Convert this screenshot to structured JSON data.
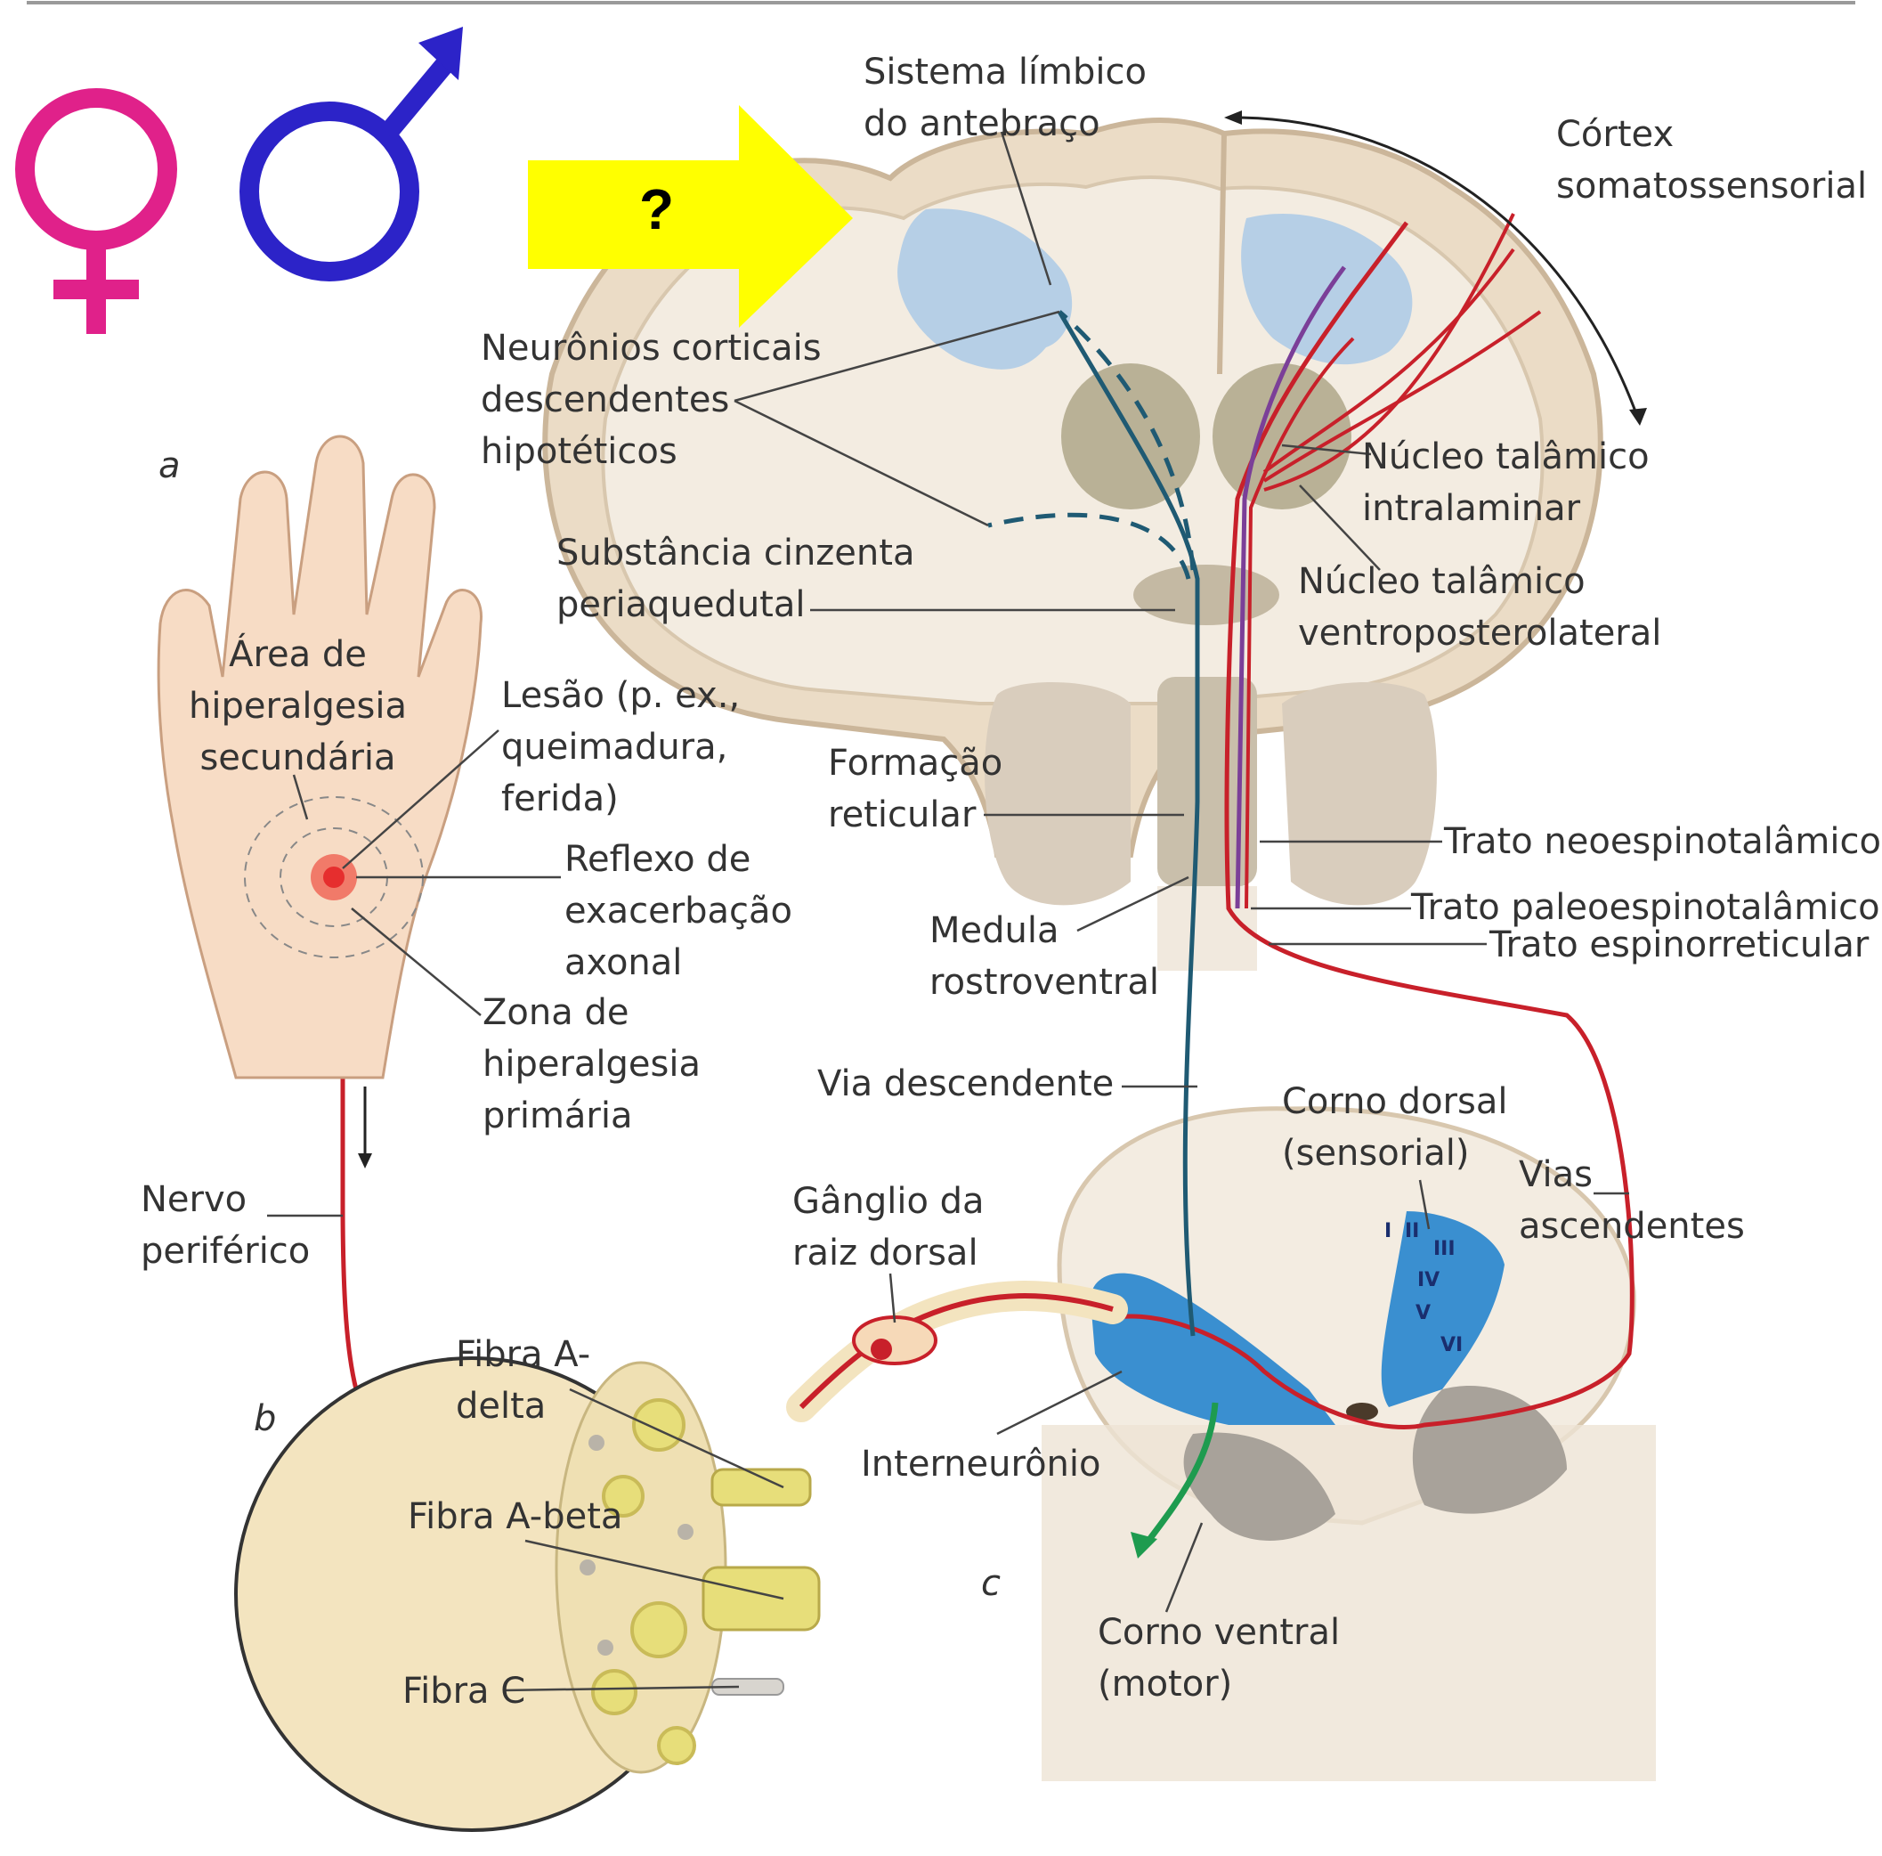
{
  "header_symbols": [
    {
      "name": "female",
      "color": "#e0218a"
    },
    {
      "name": "male",
      "color": "#2c23c8"
    }
  ],
  "arrow": {
    "color": "#ffff00",
    "text": "?"
  },
  "panel_letters": {
    "a": "a",
    "b": "b",
    "c": "c"
  },
  "labels": {
    "sistema_limbico": [
      "Sistema límbico",
      "do antebraço"
    ],
    "cortex": [
      "Córtex",
      "somatossensorial"
    ],
    "neuronios": [
      "Neurônios corticais",
      "descendentes",
      "hipotéticos"
    ],
    "substancia": [
      "Substância cinzenta",
      "periaquedutal"
    ],
    "nucleo_intralaminar": [
      "Núcleo talâmico",
      "intralaminar"
    ],
    "nucleo_vpl": [
      "Núcleo talâmico",
      "ventroposterolateral"
    ],
    "area_hiperalgesia": [
      "Área de",
      "hiperalgesia",
      "secundária"
    ],
    "lesao": [
      "Lesão (p. ex.,",
      "queimadura,",
      "ferida)"
    ],
    "formacao": [
      "Formação",
      "reticular"
    ],
    "reflexo": [
      "Reflexo de",
      "exacerbação",
      "axonal"
    ],
    "trato_neo": "Trato neoespinotalâmico",
    "trato_paleo": "Trato paleoespinotalâmico",
    "trato_espino": "Trato espinorreticular",
    "medula": [
      "Medula",
      "rostroventral"
    ],
    "zona": [
      "Zona de",
      "hiperalgesia",
      "primária"
    ],
    "via_descendente": "Via descendente",
    "corno_dorsal": [
      "Corno dorsal",
      "(sensorial)"
    ],
    "vias_ascendentes": [
      "Vias",
      "ascendentes"
    ],
    "nervo": [
      "Nervo",
      "periférico"
    ],
    "ganglio": [
      "Gânglio da",
      "raiz dorsal"
    ],
    "fibra_adelta": [
      "Fibra A-",
      "delta"
    ],
    "interneuronio": "Interneurônio",
    "fibra_abeta": "Fibra A-beta",
    "fibra_c": "Fibra C",
    "corno_ventral": [
      "Corno ventral",
      "(motor)"
    ]
  },
  "laminae": [
    "I",
    "II",
    "III",
    "IV",
    "V",
    "VI"
  ],
  "colors": {
    "brain": "#e9dcc9",
    "cortex_edge": "#d2bfa5",
    "limbic": "#b7cfe4",
    "thalamus": "#b9b196",
    "ascending": "#c8202a",
    "paleo": "#7b3f98",
    "descending": "#1f5a73",
    "dorsal_horn": "#3a8fd0",
    "ventral_horn": "#a8a29a",
    "motor": "#1e9b4f",
    "nerve": "#f3e4bf",
    "fiber": "#e7de7a"
  }
}
